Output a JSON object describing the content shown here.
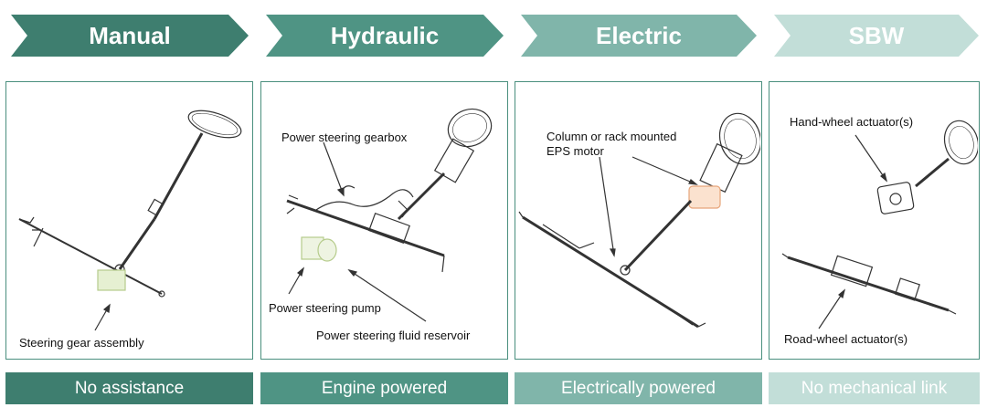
{
  "stages": [
    {
      "title": "Manual",
      "color": "#3e7e6f",
      "footer": "No assistance"
    },
    {
      "title": "Hydraulic",
      "color": "#4f9484",
      "footer": "Engine powered"
    },
    {
      "title": "Electric",
      "color": "#80b5aa",
      "footer": "Electrically powered"
    },
    {
      "title": "SBW",
      "color": "#c2ded8",
      "footer": "No mechanical link"
    }
  ],
  "labels": {
    "manual": {
      "gear": "Steering gear assembly"
    },
    "hydraulic": {
      "gearbox": "Power steering gearbox",
      "pump": "Power steering pump",
      "reservoir": "Power steering fluid reservoir"
    },
    "electric": {
      "motor_line1": "Column or rack mounted",
      "motor_line2": "EPS motor"
    },
    "sbw": {
      "hand": "Hand-wheel actuator(s)",
      "road": "Road-wheel actuator(s)"
    }
  }
}
